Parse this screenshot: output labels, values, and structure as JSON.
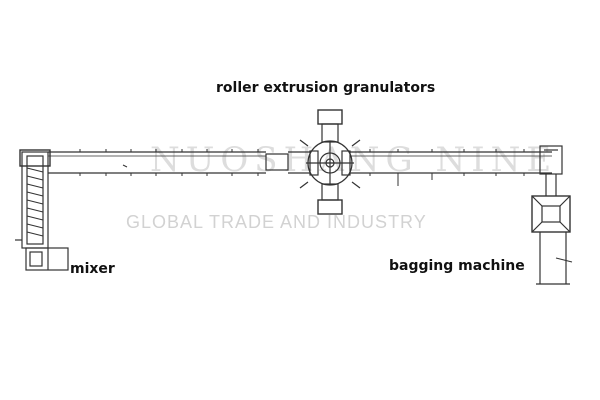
{
  "labels": {
    "granulators": "roller extrusion granulators",
    "mixer": "mixer",
    "bagging": "bagging machine"
  },
  "watermark": {
    "brand": "NUOSHANG NINE",
    "tagline": "GLOBAL TRADE AND INDUSTRY"
  },
  "colors": {
    "line": "#333333",
    "label": "#111111",
    "watermark": "#cfcfcf"
  }
}
